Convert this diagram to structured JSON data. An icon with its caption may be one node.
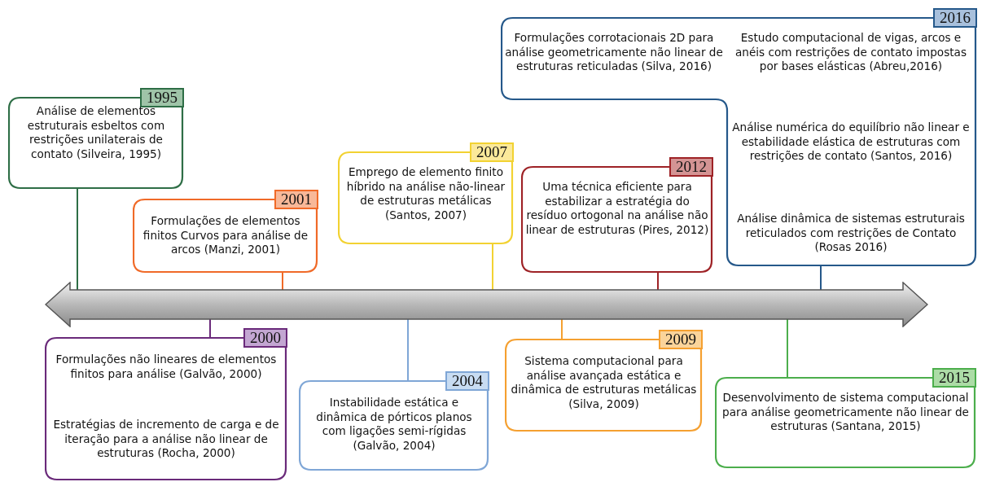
{
  "diagram": {
    "nodes": [
      {
        "text": [
          "1995",
          "Análise de elementos estruturais esbeltos com restrições unilaterais de contato (Silveira, 1995)"
        ]
      },
      {
        "text": [
          "2000",
          "Formulações não lineares de elementos finitos para análise (Galvão, 2000)",
          "Estratégias de incremento de carga e de iteração para a análise não linear de estruturas (Rocha, 2000)"
        ]
      },
      {
        "text": [
          "2001",
          "Formulações de elementos finitos Curvos para análise de arcos (Manzi, 2001)"
        ]
      },
      {
        "text": [
          "2004",
          "Instabilidade estática e dinâmica de pórticos planos com ligações semi-rígidas (Galvão, 2004)"
        ]
      },
      {
        "text": [
          "2007",
          "Emprego de elemento finito híbrido na análise não-linear de estruturas metálicas (Santos, 2007)"
        ]
      },
      {
        "text": [
          "2009",
          "Sistema computacional para análise avançada estática e dinâmica de estruturas metálicas (Silva, 2009)"
        ]
      },
      {
        "text": [
          "2012",
          "Uma técnica eficiente para estabilizar a estratégia do resíduo ortogonal na análise não linear de estruturas (Pires, 2012)"
        ]
      },
      {
        "text": [
          "2015",
          "Desenvolvimento de sistema computacional para análise geometricamente não linear de estruturas (Santana, 2015)"
        ]
      },
      {
        "text": [
          "2016",
          "Formulações corrotacionais 2D para análise geometricamente não linear de estruturas reticuladas (Silva, 2016)",
          "Estudo computacional de vigas, arcos e anéis com restrições de contato impostas por bases elásticas (Abreu,2016)",
          "Análise numérica do equilíbrio não linear e estabilidade elástica de estruturas com restrições de contato (Santos, 2016)",
          "Análise dinâmica de sistemas estruturais reticulados com restrições de Contato (Rosas 2016)"
        ]
      },
      {
        "text": [],
        "shape": "arrow"
      }
    ],
    "edges": [
      {
        "from": 0,
        "to": 9,
        "arrow": "none",
        "color": "#2e6e46"
      },
      {
        "from": 1,
        "to": 9,
        "arrow": "none",
        "color": "#6a2a7a"
      },
      {
        "from": 2,
        "to": 9,
        "arrow": "none",
        "color": "#f06a28"
      },
      {
        "from": 3,
        "to": 9,
        "arrow": "none",
        "color": "#7fa6d6"
      },
      {
        "from": 4,
        "to": 9,
        "arrow": "none",
        "color": "#f2d232"
      },
      {
        "from": 5,
        "to": 9,
        "arrow": "none",
        "color": "#f5a030"
      },
      {
        "from": 6,
        "to": 9,
        "arrow": "none",
        "color": "#9e2226"
      },
      {
        "from": 7,
        "to": 9,
        "arrow": "none",
        "color": "#4cae4c"
      },
      {
        "from": 8,
        "to": 9,
        "arrow": "none",
        "color": "#25588a"
      }
    ]
  }
}
